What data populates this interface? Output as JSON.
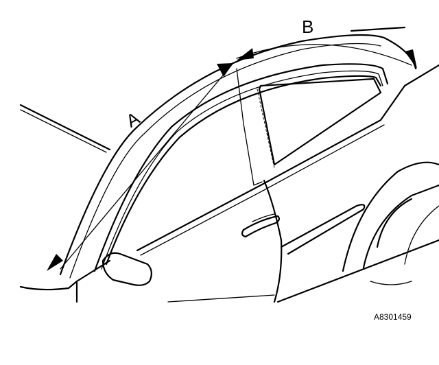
{
  "labels": {
    "a": "A",
    "b": "B"
  },
  "figure_code": "A8301459"
}
